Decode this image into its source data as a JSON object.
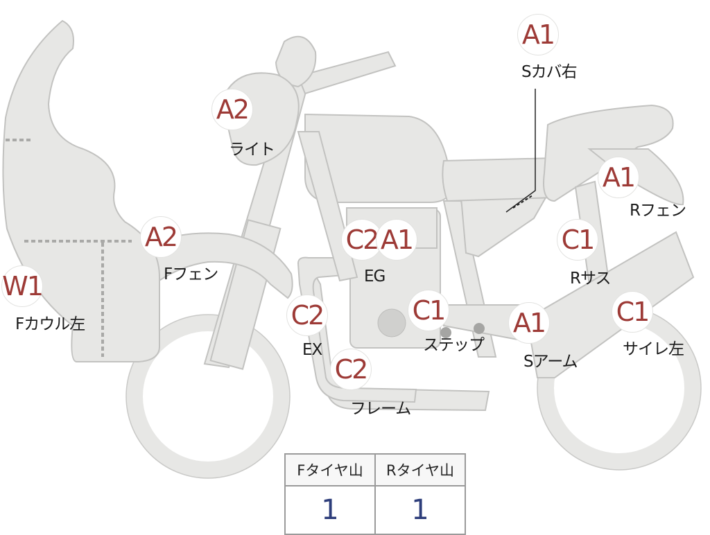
{
  "parts": [
    {
      "id": "s-cover-right",
      "code": "A1",
      "label": "Sカバ右"
    },
    {
      "id": "light",
      "code": "A2",
      "label": "ライト"
    },
    {
      "id": "r-fender",
      "code": "A1",
      "label": "Rフェン"
    },
    {
      "id": "f-fender",
      "code": "A2",
      "label": "Fフェン"
    },
    {
      "id": "eg-c2",
      "code": "C2",
      "label": ""
    },
    {
      "id": "eg-a1",
      "code": "A1",
      "label": "EG"
    },
    {
      "id": "r-sus",
      "code": "C1",
      "label": "Rサス"
    },
    {
      "id": "f-cowl-left",
      "code": "W1",
      "label": "Fカウル左"
    },
    {
      "id": "ex",
      "code": "C2",
      "label": "EX"
    },
    {
      "id": "step",
      "code": "C1",
      "label": "ステップ"
    },
    {
      "id": "s-arm",
      "code": "A1",
      "label": "Sアーム"
    },
    {
      "id": "silencer-left",
      "code": "C1",
      "label": "サイレ左"
    },
    {
      "id": "frame",
      "code": "C2",
      "label": "フレーム"
    }
  ],
  "tire_table": {
    "headers": [
      "Fタイヤ山",
      "Rタイヤ山"
    ],
    "values": [
      "1",
      "1"
    ]
  }
}
